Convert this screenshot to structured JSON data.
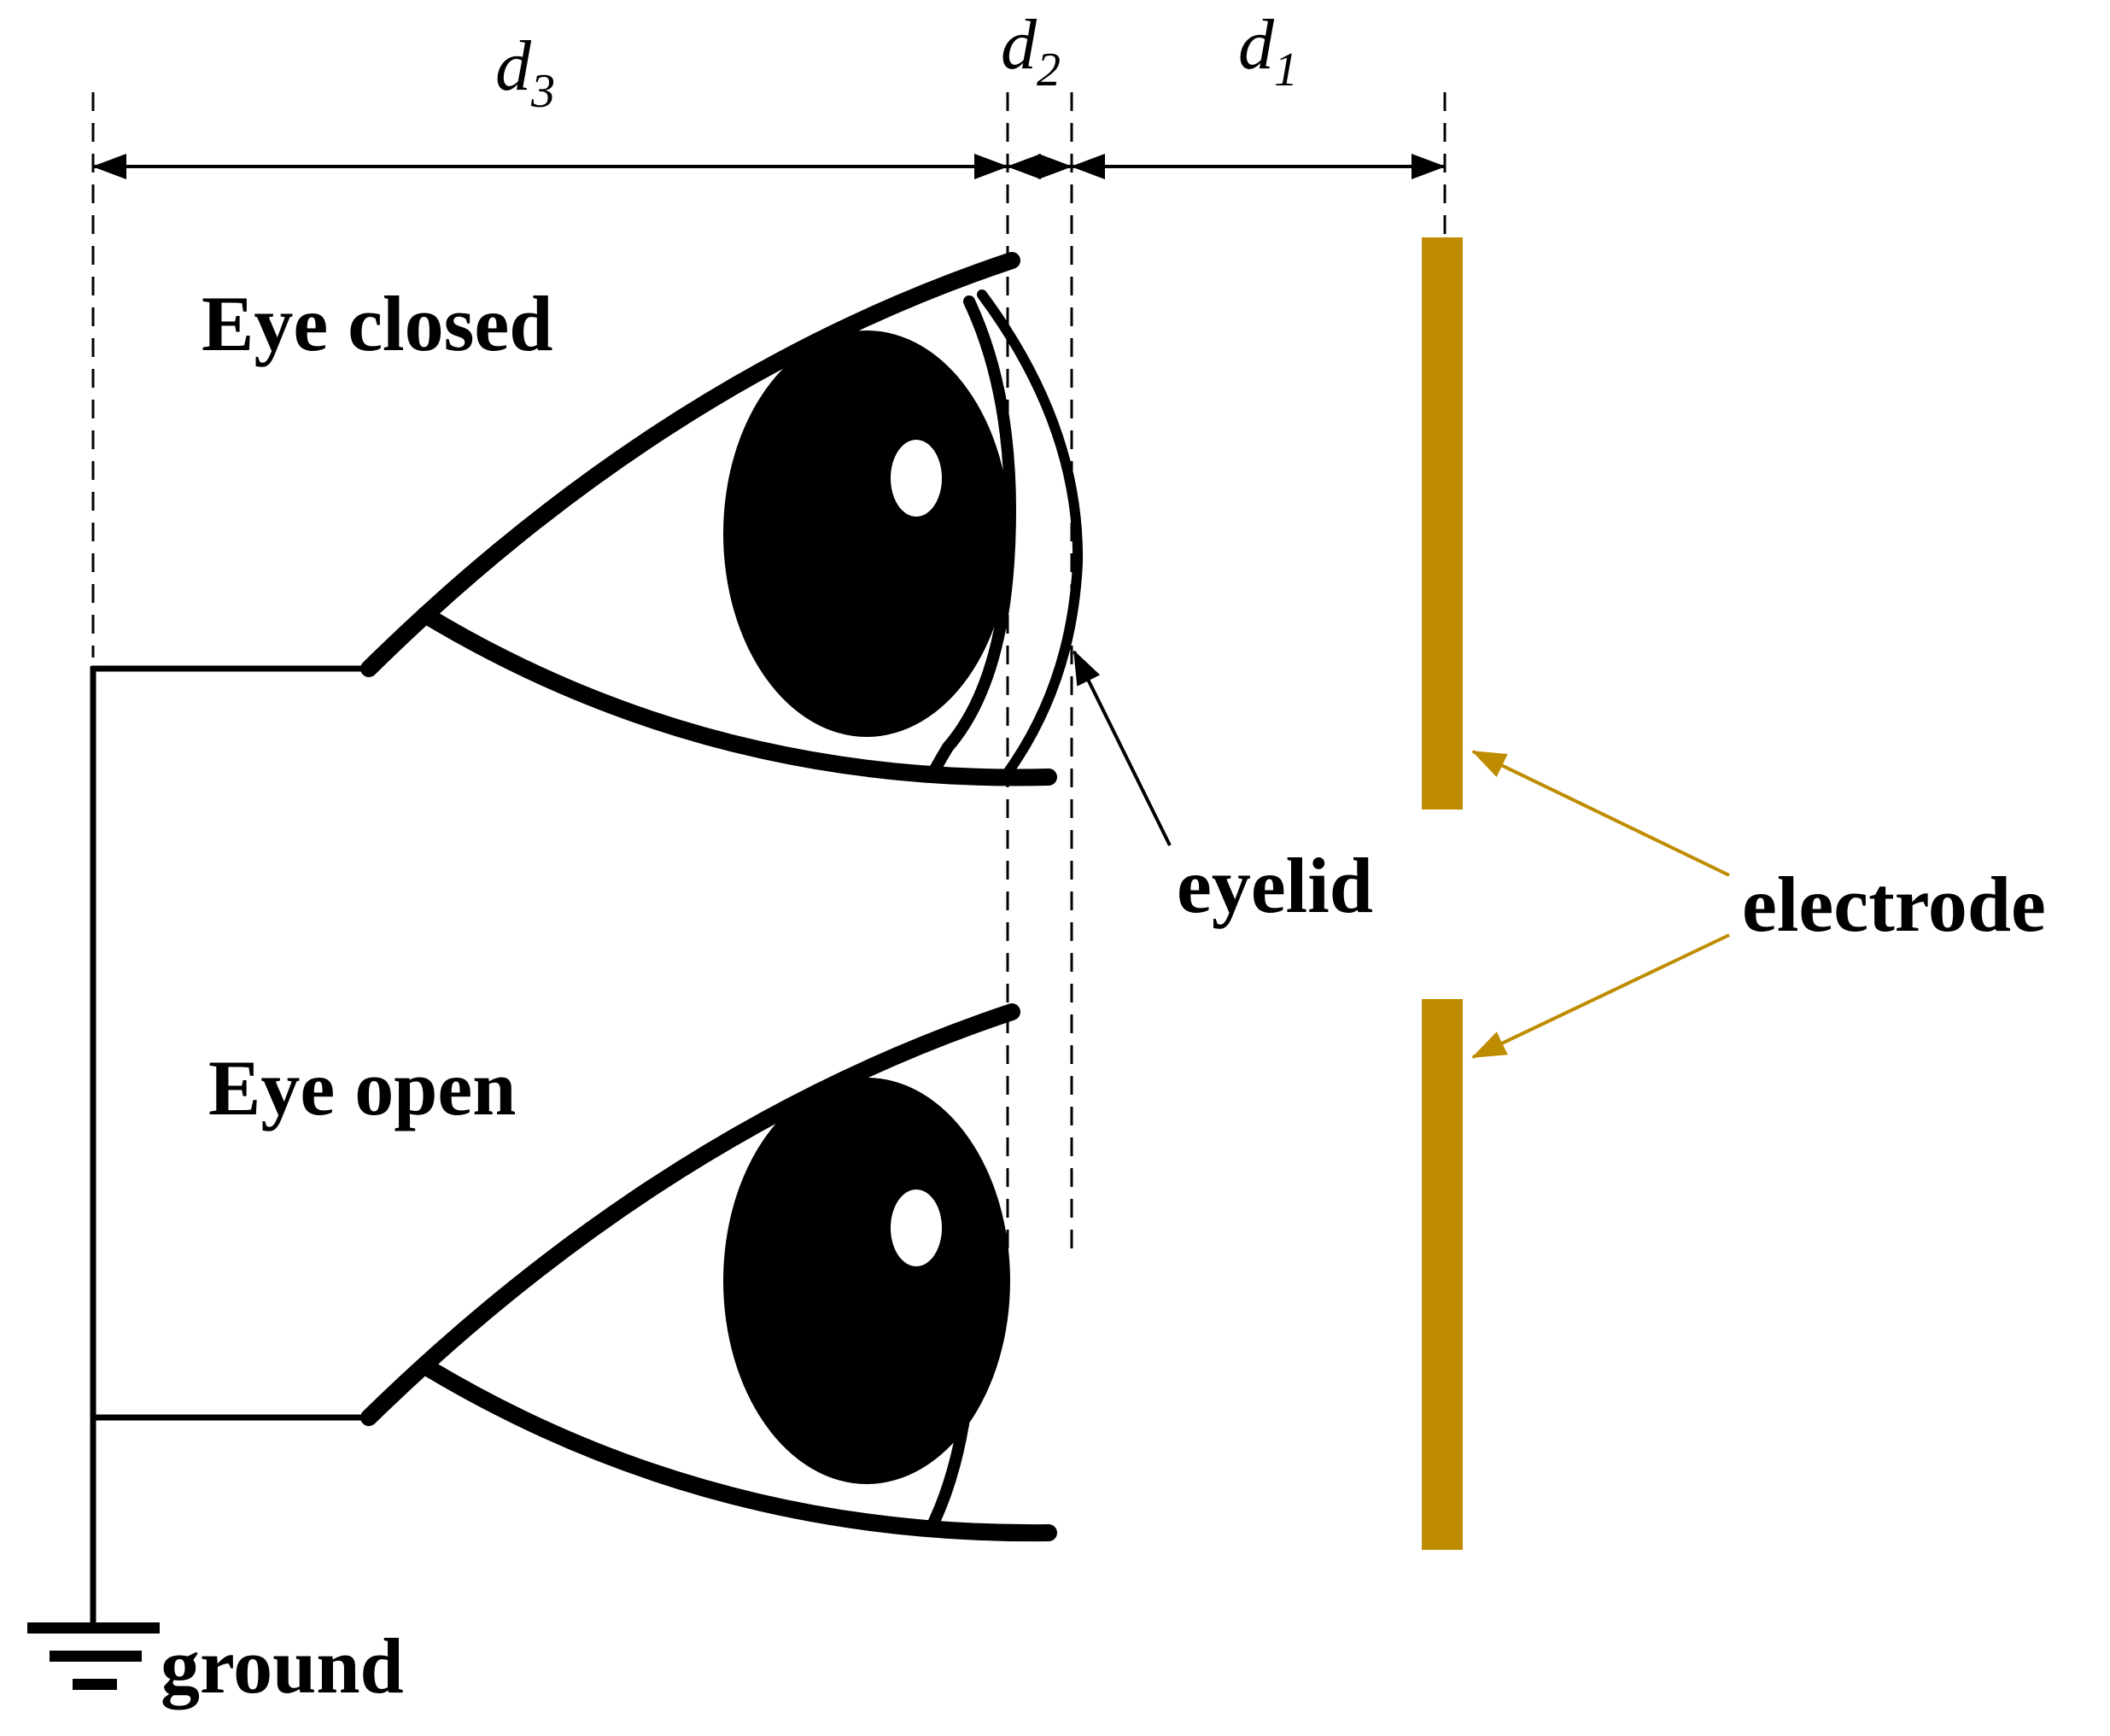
{
  "labels": {
    "eye_closed": "Eye closed",
    "eye_open": "Eye open",
    "eyelid": "eyelid",
    "electrode": "electrode",
    "ground": "ground"
  },
  "dimensions": {
    "d3": {
      "base": "d",
      "sub": "3"
    },
    "d2": {
      "base": "d",
      "sub": "2"
    },
    "d1": {
      "base": "d",
      "sub": "1"
    }
  },
  "colors": {
    "ink": "#000000",
    "electrode": "#BF8C00",
    "background": "#FFFFFF"
  }
}
